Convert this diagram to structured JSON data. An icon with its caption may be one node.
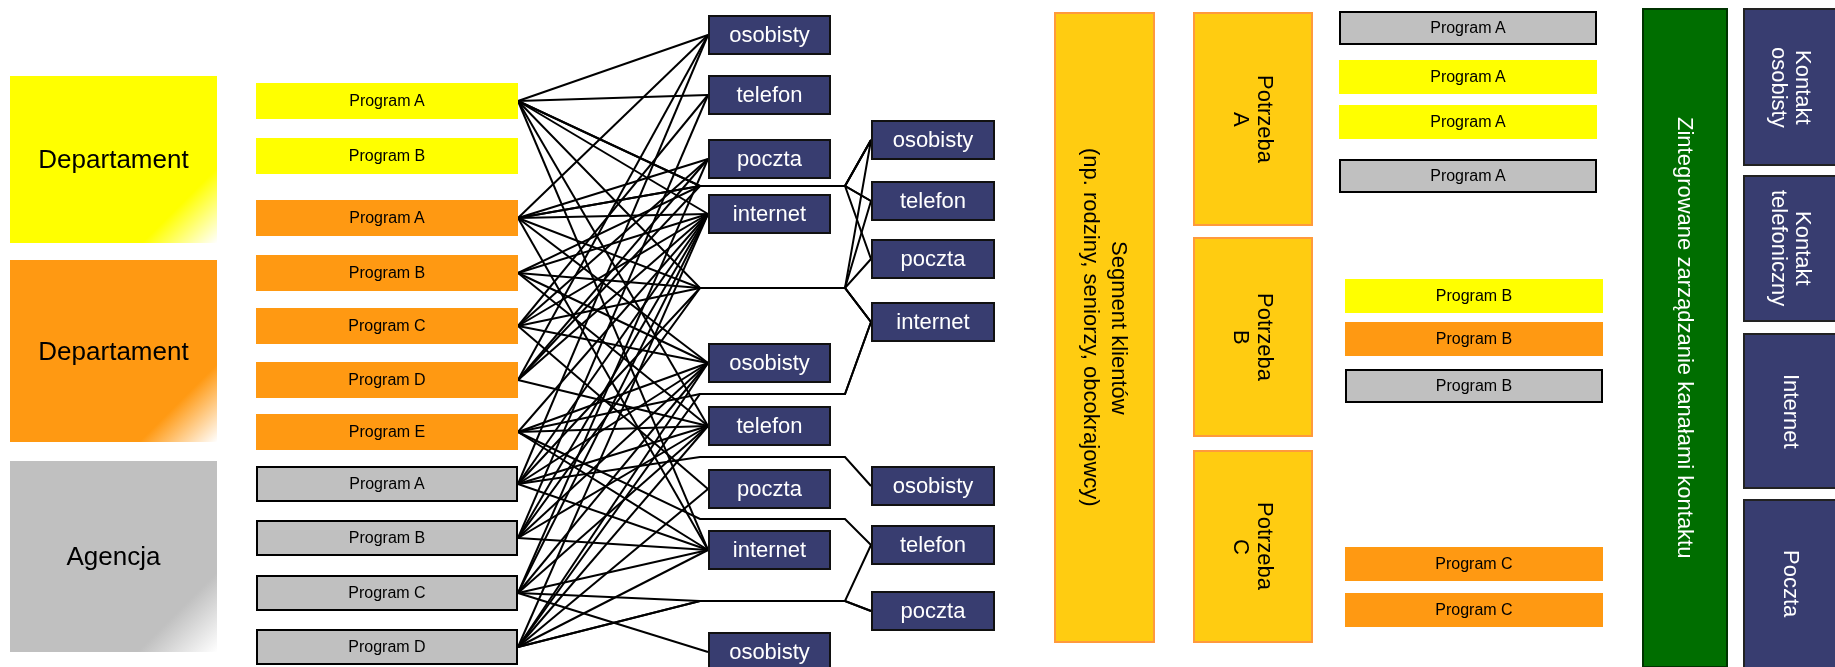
{
  "diagram": {
    "nodes": [
      {
        "text": [
          "Departament"
        ]
      },
      {
        "text": [
          "Departament"
        ]
      },
      {
        "text": [
          "Agencja"
        ]
      },
      {
        "text": [
          "Program A"
        ]
      },
      {
        "text": [
          "Program B"
        ]
      },
      {
        "text": [
          "Program A"
        ]
      },
      {
        "text": [
          "Program B"
        ]
      },
      {
        "text": [
          "Program C"
        ]
      },
      {
        "text": [
          "Program D"
        ]
      },
      {
        "text": [
          "Program E"
        ]
      },
      {
        "text": [
          "Program A"
        ]
      },
      {
        "text": [
          "Program B"
        ]
      },
      {
        "text": [
          "Program C"
        ]
      },
      {
        "text": [
          "Program D"
        ]
      },
      {
        "text": [
          "osobisty"
        ]
      },
      {
        "text": [
          "telefon"
        ]
      },
      {
        "text": [
          "poczta"
        ]
      },
      {
        "text": [
          "internet"
        ]
      },
      {
        "text": [
          "osobisty"
        ]
      },
      {
        "text": [
          "telefon"
        ]
      },
      {
        "text": [
          "poczta"
        ]
      },
      {
        "text": [
          "internet"
        ]
      },
      {
        "text": [
          "osobisty"
        ]
      },
      {
        "text": [
          "osobisty"
        ]
      },
      {
        "text": [
          "telefon"
        ]
      },
      {
        "text": [
          "poczta"
        ]
      },
      {
        "text": [
          "internet"
        ]
      },
      {
        "text": [
          "osobisty"
        ]
      },
      {
        "text": [
          "telefon"
        ]
      },
      {
        "text": [
          "poczta"
        ]
      },
      {
        "text": [
          "Segment klientów",
          "(np. rodziny, seniorzy,  obcokrajowcy)"
        ]
      },
      {
        "text": [
          "Potrzeba A"
        ]
      },
      {
        "text": [
          "Potrzeba B"
        ]
      },
      {
        "text": [
          "Potrzeba C"
        ]
      },
      {
        "text": [
          "Program A"
        ]
      },
      {
        "text": [
          "Program A"
        ]
      },
      {
        "text": [
          "Program A"
        ]
      },
      {
        "text": [
          "Program A"
        ]
      },
      {
        "text": [
          "Program B"
        ]
      },
      {
        "text": [
          "Program B"
        ]
      },
      {
        "text": [
          "Program B"
        ]
      },
      {
        "text": [
          "Program C"
        ]
      },
      {
        "text": [
          "Program C"
        ]
      },
      {
        "text": [
          "Zintegrowane zarządzanie kanałami kontaktu"
        ]
      },
      {
        "text": [
          "Kontakt osobisty"
        ]
      },
      {
        "text": [
          "Kontakt telefoniczny"
        ]
      },
      {
        "text": [
          "Internet"
        ]
      },
      {
        "text": [
          "Poczta"
        ]
      }
    ],
    "edges": [
      {
        "from": 3,
        "to": 14,
        "arrow": "none"
      },
      {
        "from": 3,
        "to": 15,
        "arrow": "none"
      },
      {
        "from": 3,
        "to": 17,
        "arrow": "none"
      },
      {
        "from": 3,
        "to": 24,
        "arrow": "none"
      },
      {
        "from": 3,
        "to": 25,
        "arrow": "none"
      },
      {
        "from": 3,
        "to": 26,
        "arrow": "none"
      },
      {
        "from": 3,
        "to": 19,
        "arrow": "none"
      },
      {
        "from": 3,
        "to": 21,
        "arrow": "none"
      },
      {
        "from": 5,
        "to": 14,
        "arrow": "none"
      },
      {
        "from": 5,
        "to": 16,
        "arrow": "none"
      },
      {
        "from": 5,
        "to": 17,
        "arrow": "none"
      },
      {
        "from": 5,
        "to": 23,
        "arrow": "none"
      },
      {
        "from": 5,
        "to": 24,
        "arrow": "none"
      },
      {
        "from": 5,
        "to": 26,
        "arrow": "none"
      },
      {
        "from": 5,
        "to": 18,
        "arrow": "none"
      },
      {
        "from": 5,
        "to": 21,
        "arrow": "none"
      },
      {
        "from": 6,
        "to": 17,
        "arrow": "none"
      },
      {
        "from": 6,
        "to": 25,
        "arrow": "none"
      },
      {
        "from": 6,
        "to": 23,
        "arrow": "none"
      },
      {
        "from": 6,
        "to": 18,
        "arrow": "none"
      },
      {
        "from": 6,
        "to": 19,
        "arrow": "none"
      },
      {
        "from": 7,
        "to": 15,
        "arrow": "none"
      },
      {
        "from": 7,
        "to": 16,
        "arrow": "none"
      },
      {
        "from": 7,
        "to": 17,
        "arrow": "none"
      },
      {
        "from": 7,
        "to": 26,
        "arrow": "none"
      },
      {
        "from": 7,
        "to": 18,
        "arrow": "none"
      },
      {
        "from": 7,
        "to": 20,
        "arrow": "none"
      },
      {
        "from": 8,
        "to": 14,
        "arrow": "none"
      },
      {
        "from": 8,
        "to": 16,
        "arrow": "none"
      },
      {
        "from": 8,
        "to": 17,
        "arrow": "none"
      },
      {
        "from": 8,
        "to": 23,
        "arrow": "none"
      },
      {
        "from": 8,
        "to": 19,
        "arrow": "none"
      },
      {
        "from": 9,
        "to": 17,
        "arrow": "none"
      },
      {
        "from": 9,
        "to": 18,
        "arrow": "none"
      },
      {
        "from": 9,
        "to": 19,
        "arrow": "none"
      },
      {
        "from": 9,
        "to": 21,
        "arrow": "none"
      },
      {
        "from": 9,
        "to": 26,
        "arrow": "none"
      },
      {
        "from": 9,
        "to": 28,
        "arrow": "none"
      },
      {
        "from": 10,
        "to": 14,
        "arrow": "none"
      },
      {
        "from": 10,
        "to": 17,
        "arrow": "none"
      },
      {
        "from": 10,
        "to": 18,
        "arrow": "none"
      },
      {
        "from": 10,
        "to": 19,
        "arrow": "none"
      },
      {
        "from": 10,
        "to": 21,
        "arrow": "none"
      },
      {
        "from": 10,
        "to": 23,
        "arrow": "none"
      },
      {
        "from": 10,
        "to": 27,
        "arrow": "none"
      },
      {
        "from": 11,
        "to": 15,
        "arrow": "none"
      },
      {
        "from": 11,
        "to": 17,
        "arrow": "none"
      },
      {
        "from": 11,
        "to": 18,
        "arrow": "none"
      },
      {
        "from": 11,
        "to": 19,
        "arrow": "none"
      },
      {
        "from": 11,
        "to": 21,
        "arrow": "none"
      },
      {
        "from": 11,
        "to": 24,
        "arrow": "none"
      },
      {
        "from": 12,
        "to": 16,
        "arrow": "none"
      },
      {
        "from": 12,
        "to": 17,
        "arrow": "none"
      },
      {
        "from": 12,
        "to": 18,
        "arrow": "none"
      },
      {
        "from": 12,
        "to": 19,
        "arrow": "none"
      },
      {
        "from": 12,
        "to": 21,
        "arrow": "none"
      },
      {
        "from": 12,
        "to": 29,
        "arrow": "none"
      },
      {
        "from": 12,
        "to": 22,
        "arrow": "none"
      },
      {
        "from": 13,
        "to": 17,
        "arrow": "none"
      },
      {
        "from": 13,
        "to": 18,
        "arrow": "none"
      },
      {
        "from": 13,
        "to": 19,
        "arrow": "none"
      },
      {
        "from": 13,
        "to": 20,
        "arrow": "none"
      },
      {
        "from": 13,
        "to": 21,
        "arrow": "none"
      },
      {
        "from": 13,
        "to": 26,
        "arrow": "none"
      },
      {
        "from": 13,
        "to": 28,
        "arrow": "none"
      },
      {
        "from": 13,
        "to": 29,
        "arrow": "none"
      }
    ]
  }
}
